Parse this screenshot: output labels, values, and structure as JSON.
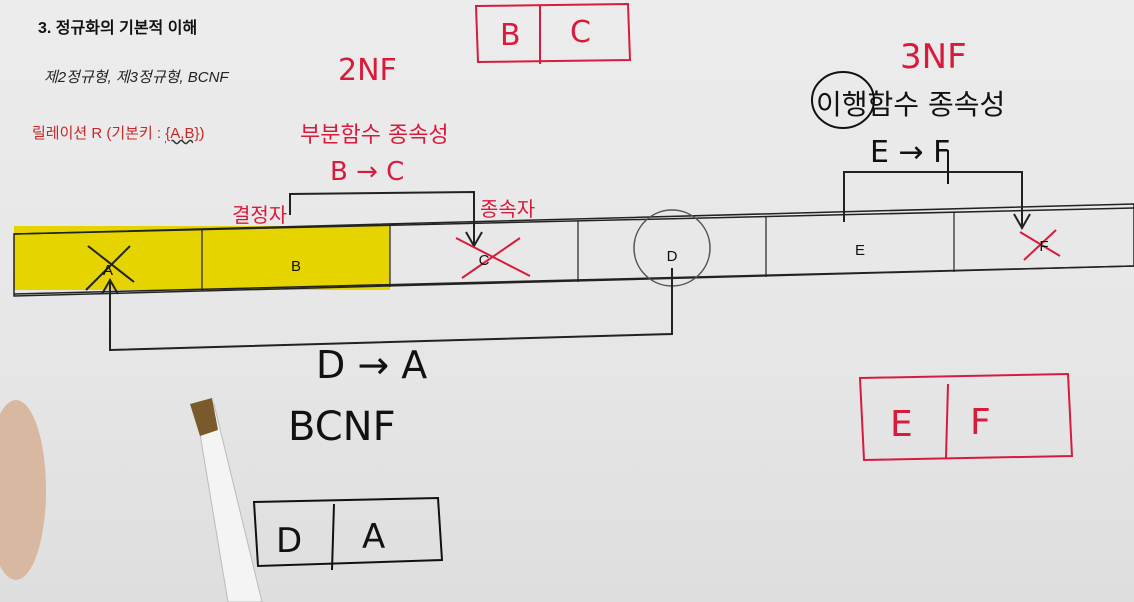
{
  "header": {
    "title": "3. 정규화의 기본적 이해",
    "subtitle": "제2정규형, 제3정규형, BCNF",
    "relation_label": "릴레이션 R (기본키 : ",
    "relation_key": "{A,B}",
    "relation_end": ")"
  },
  "attributes": [
    "A",
    "B",
    "C",
    "D",
    "E",
    "F"
  ],
  "colors": {
    "primary_key_fill": "#e6d400",
    "ink_red": "#d81b3c",
    "ink_black": "#111111"
  },
  "handwriting": {
    "top_box_left": "B",
    "top_box_right": "C",
    "nf2": "2NF",
    "partial": "부분함수 종속성",
    "dep_bc": "B → C",
    "determinant_mark": "결정자",
    "dependent_mark": "종속자",
    "nf3": "3NF",
    "transitive": "이행함수 종속성",
    "dep_ef": "E → F",
    "dep_da": "D → A",
    "bcnf": "BCNF",
    "box_da_left": "D",
    "box_da_right": "A",
    "box_ef_left": "E",
    "box_ef_right": "F"
  }
}
